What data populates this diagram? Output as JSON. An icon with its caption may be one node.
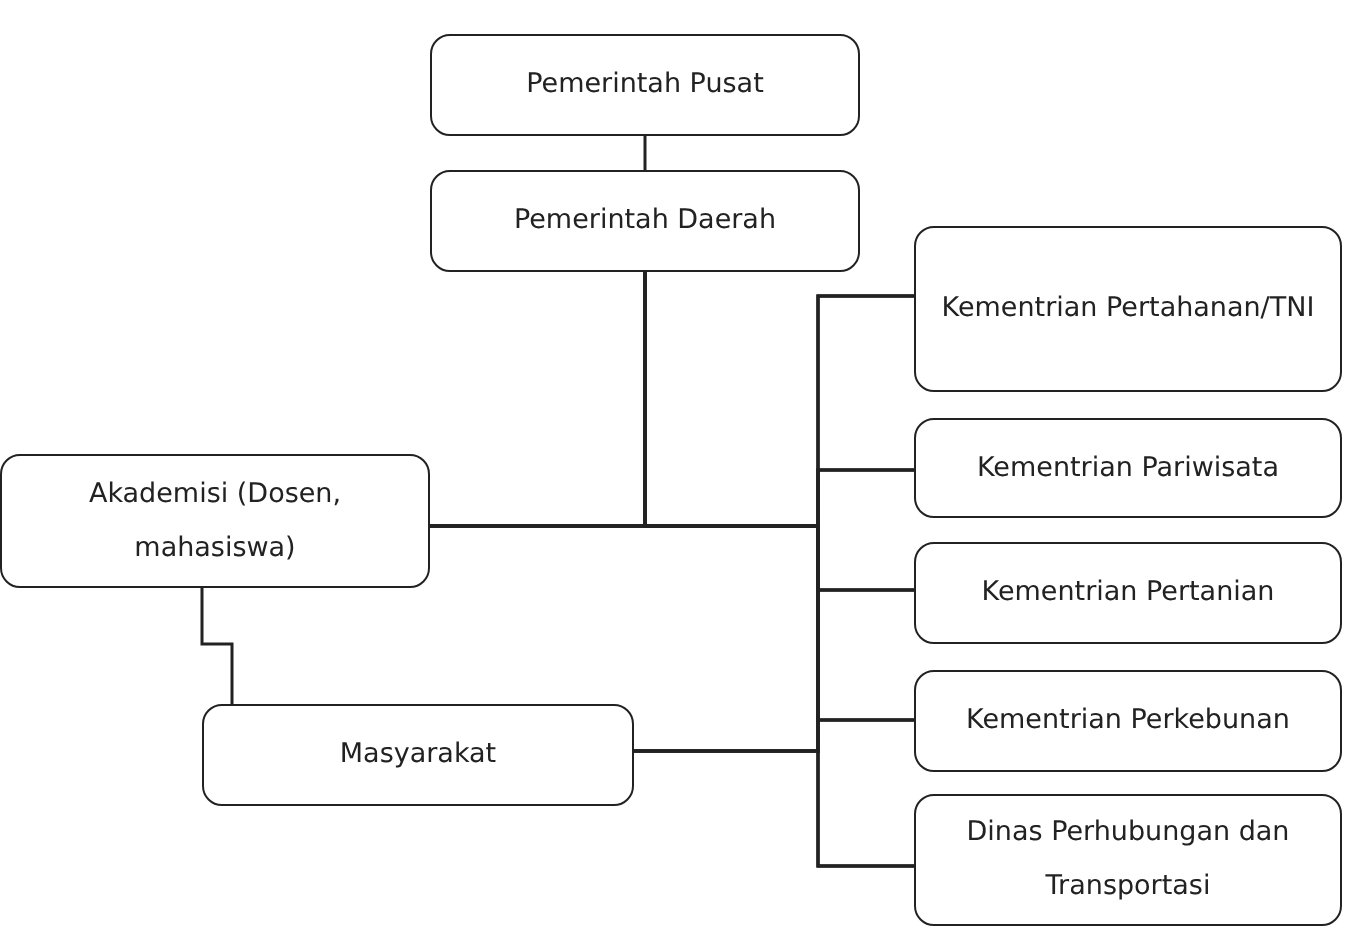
{
  "diagram": {
    "nodes": [
      {
        "text": [
          "Pemerintah Pusat"
        ]
      },
      {
        "text": [
          "Pemerintah Daerah"
        ]
      },
      {
        "text": [
          "Kementrian Pertahanan/TNI"
        ]
      },
      {
        "text": [
          "Akademisi (Dosen, mahasiswa)"
        ]
      },
      {
        "text": [
          "Kementrian Pariwisata"
        ]
      },
      {
        "text": [
          "Kementrian Pertanian"
        ]
      },
      {
        "text": [
          "Masyarakat"
        ]
      },
      {
        "text": [
          "Kementrian Perkebunan"
        ]
      },
      {
        "text": [
          "Dinas Perhubungan dan Transportasi"
        ]
      }
    ],
    "edges": [
      {
        "from": 0,
        "to": 1,
        "arrow": "none"
      },
      {
        "from": 1,
        "to": 3,
        "arrow": "none"
      },
      {
        "from": 3,
        "to": 6,
        "arrow": "none"
      },
      {
        "from": 1,
        "to": 2,
        "arrow": "none"
      },
      {
        "from": 1,
        "to": 4,
        "arrow": "none"
      },
      {
        "from": 1,
        "to": 5,
        "arrow": "none"
      },
      {
        "from": 1,
        "to": 7,
        "arrow": "none"
      },
      {
        "from": 1,
        "to": 8,
        "arrow": "none"
      },
      {
        "from": 3,
        "to": 2,
        "arrow": "none"
      },
      {
        "from": 3,
        "to": 4,
        "arrow": "none"
      },
      {
        "from": 3,
        "to": 5,
        "arrow": "none"
      },
      {
        "from": 3,
        "to": 7,
        "arrow": "none"
      },
      {
        "from": 3,
        "to": 8,
        "arrow": "none"
      },
      {
        "from": 6,
        "to": 2,
        "arrow": "none"
      },
      {
        "from": 6,
        "to": 4,
        "arrow": "none"
      },
      {
        "from": 6,
        "to": 5,
        "arrow": "none"
      },
      {
        "from": 6,
        "to": 7,
        "arrow": "none"
      },
      {
        "from": 6,
        "to": 8,
        "arrow": "none"
      }
    ]
  }
}
